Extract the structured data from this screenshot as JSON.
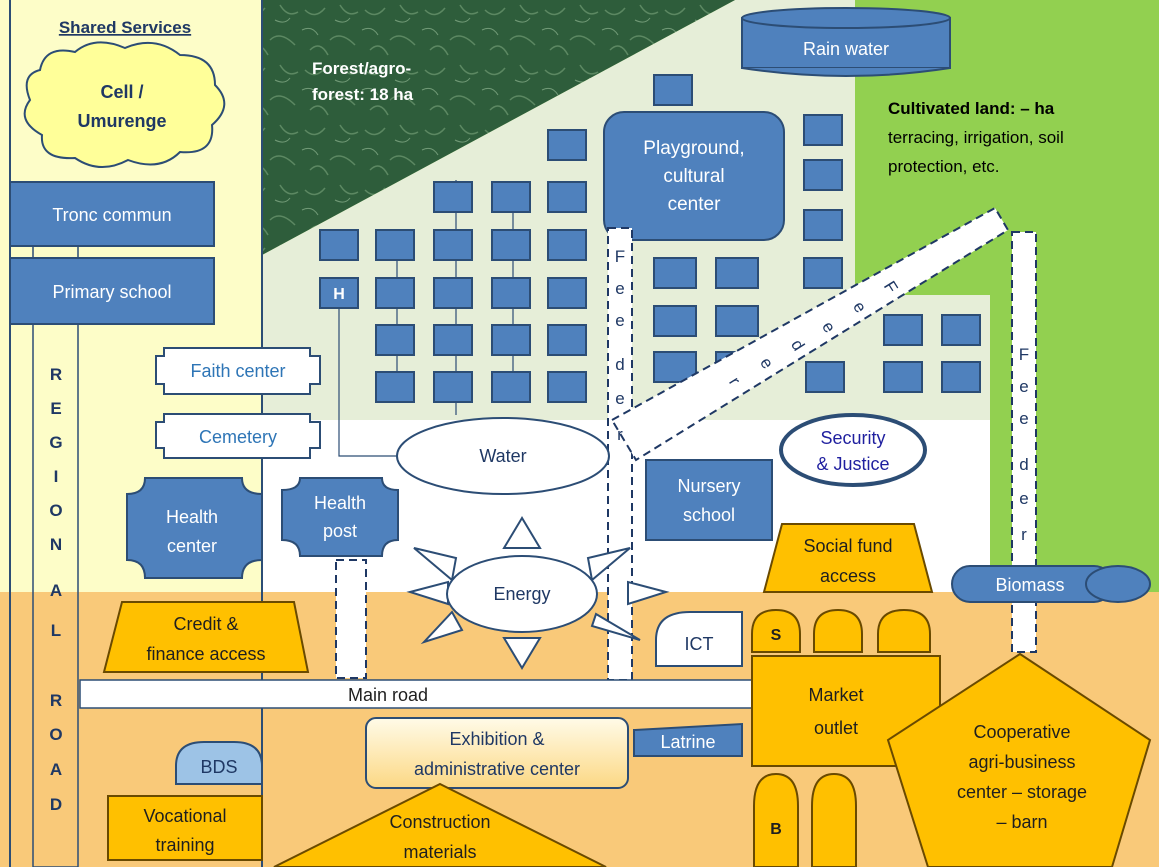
{
  "colors": {
    "regional_band": "#fdfdc8",
    "cultivated": "#92d050",
    "settlement": "#e6eed8",
    "lower_zone": "#f9c979",
    "forest": "#2e5d3b",
    "blue_box": "#4f81bd",
    "blue_border": "#2c4d75",
    "orange_box": "#ffc000",
    "orange_border": "#6a4a00",
    "light_blue": "#9dc3e6"
  },
  "shared_services": {
    "title": "Shared Services",
    "cell_line1": "Cell /",
    "cell_line2": "Umurenge"
  },
  "regional": {
    "tronc_commun": "Tronc commun",
    "primary_school": "Primary school",
    "road_word1": [
      "R",
      "E",
      "G",
      "I",
      "O",
      "N",
      "A",
      "L"
    ],
    "road_word2": [
      "R",
      "O",
      "A",
      "D"
    ]
  },
  "forest": {
    "line1": "Forest/agro-",
    "line2": "forest: 18 ha"
  },
  "rain_water": "Rain water",
  "cultivated": {
    "title": "Cultivated land: – ha",
    "line1": "terracing, irrigation,  soil",
    "line2": "protection, etc."
  },
  "playground": {
    "line1": "Playground,",
    "line2": "cultural",
    "line3": "center"
  },
  "house_h": "H",
  "feeders": {
    "left": [
      "F",
      "e",
      "e",
      "d",
      "e",
      "r"
    ],
    "diagonal": [
      "F",
      "e",
      "e",
      "d",
      "e",
      "r"
    ],
    "right": [
      "F",
      "e",
      "e",
      "d",
      "e",
      "r"
    ]
  },
  "faith_center": "Faith center",
  "cemetery": "Cemetery",
  "water": "Water",
  "security": {
    "line1": "Security",
    "line2": "& Justice"
  },
  "health_center": {
    "line1": "Health",
    "line2": "center"
  },
  "health_post": {
    "line1": "Health",
    "line2": "post"
  },
  "nursery": {
    "line1": "Nursery",
    "line2": "school"
  },
  "energy": "Energy",
  "social_fund": {
    "line1": "Social fund",
    "line2": "access"
  },
  "biomass": "Biomass",
  "credit": {
    "line1": "Credit &",
    "line2": "finance access"
  },
  "ict": "ICT",
  "store_s": "S",
  "main_road": "Main road",
  "market": {
    "line1": "Market",
    "line2": "outlet"
  },
  "cooperative": {
    "line1": "Cooperative",
    "line2": "agri-business",
    "line3": "center – storage",
    "line4": "– barn"
  },
  "exhibition": {
    "line1": "Exhibition &",
    "line2": "administrative center"
  },
  "latrine": "Latrine",
  "bds": "BDS",
  "vocational": {
    "line1": "Vocational",
    "line2": "training"
  },
  "construction": {
    "line1": "Construction",
    "line2": "materials"
  },
  "barn_b": "B"
}
